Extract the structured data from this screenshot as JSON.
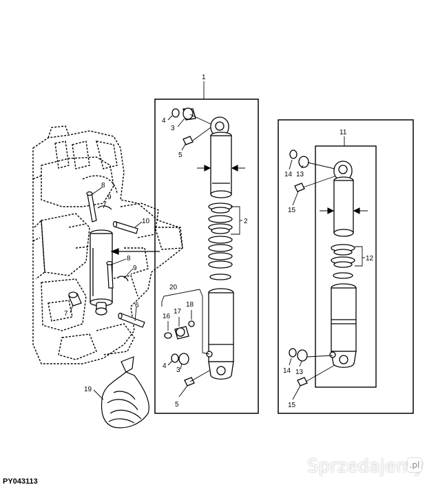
{
  "figure_id": "PY043113",
  "watermark": {
    "text": "Sprzedajemy",
    "suffix": ".pl"
  },
  "callouts": {
    "c1": "1",
    "c2": "2",
    "c3a": "3",
    "c3b": "3",
    "c4a": "4",
    "c4b": "4",
    "c5a": "5",
    "c5b": "5",
    "c6": "6",
    "c7": "7",
    "c8a": "8",
    "c8b": "8",
    "c9a": "9",
    "c9b": "9",
    "c10": "10",
    "c11": "11",
    "c12": "12",
    "c13a": "13",
    "c13b": "13",
    "c14a": "14",
    "c14b": "14",
    "c15a": "15",
    "c15b": "15",
    "c16": "16",
    "c17": "17",
    "c18": "18",
    "c19": "19",
    "c20": "20"
  }
}
